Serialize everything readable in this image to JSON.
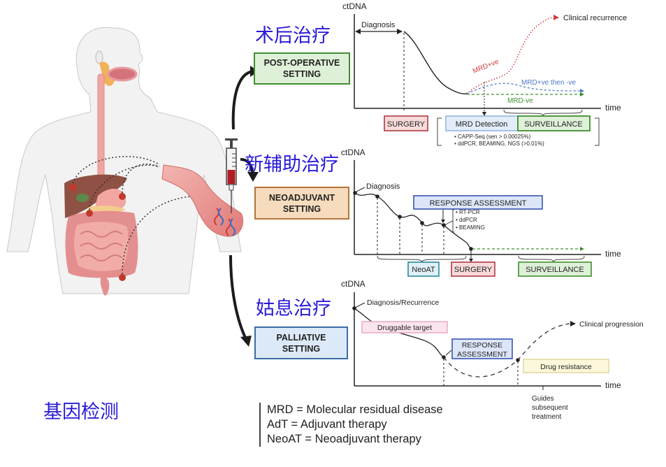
{
  "labels_cn": {
    "post_operative": "术后治疗",
    "neoadjuvant": "新辅助治疗",
    "palliative": "姑息治疗",
    "gene_testing": "基因检测"
  },
  "settings": {
    "post_operative": "POST-OPERATIVE\nSETTING",
    "neoadjuvant": "NEOADJUVANT\nSETTING",
    "palliative": "PALLIATIVE\nSETTING"
  },
  "colors": {
    "cn_label": "#2a1ad6",
    "post_fill": "#dff0d8",
    "post_border": "#3f8f2f",
    "neo_fill": "#f6dcbc",
    "neo_border": "#b5743a",
    "pall_fill": "#dce9f8",
    "pall_border": "#3a6ca8",
    "red_series": "#d23a3a",
    "blue_series": "#4a78c8",
    "green_series": "#3f8f2f"
  },
  "panel1": {
    "ylabel": "ctDNA",
    "xlabel": "time",
    "diagnosis": "Diagnosis",
    "clinical_recurrence": "Clinical recurrence",
    "mrd_pos": "MRD+ve",
    "mrd_pos_then_neg": "MRD+ve then -ve",
    "mrd_neg": "MRD-ve",
    "surgery": "SURGERY",
    "mrd_detection": "MRD Detection",
    "surveillance": "SURVEILLANCE",
    "methods": [
      "• CAPP-Seq (sen > 0.00025%)",
      "• ddPCR, BEAMING, NGS (>0.01%)"
    ]
  },
  "panel2": {
    "ylabel": "ctDNA",
    "xlabel": "time",
    "diagnosis": "Diagnosis",
    "response_assessment": "RESPONSE ASSESSMENT",
    "methods": [
      "• RT-PCR",
      "• ddPCR",
      "• BEAMING"
    ],
    "neoat": "NeoAT",
    "surgery": "SURGERY",
    "surveillance": "SURVEILLANCE"
  },
  "panel3": {
    "ylabel": "ctDNA",
    "xlabel": "time",
    "diagnosis_recurrence": "Diagnosis/Recurrence",
    "druggable_target": "Druggable target",
    "response_assessment": "RESPONSE\nASSESSMENT",
    "drug_resistance": "Drug resistance",
    "clinical_progression": "Clinical progression",
    "guides": [
      "Guides",
      "subsequent",
      "treatment"
    ]
  },
  "legend": [
    "MRD = Molecular residual disease",
    "AdT = Adjuvant therapy",
    "NeoAT = Neoadjuvant therapy"
  ]
}
